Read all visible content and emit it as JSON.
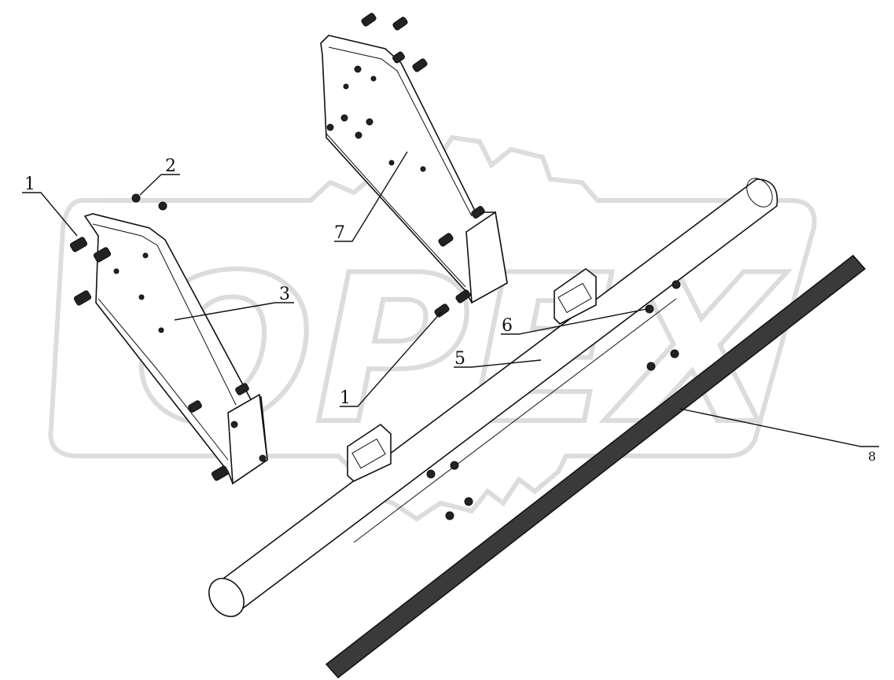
{
  "watermark": {
    "text": "OPEX",
    "color": "#dcdcdc"
  },
  "callouts": [
    {
      "id": "callout-1a",
      "text": "1"
    },
    {
      "id": "callout-2",
      "text": "2"
    },
    {
      "id": "callout-3",
      "text": "3"
    },
    {
      "id": "callout-7",
      "text": "7"
    },
    {
      "id": "callout-6",
      "text": "6"
    },
    {
      "id": "callout-5",
      "text": "5"
    },
    {
      "id": "callout-1b",
      "text": "1"
    },
    {
      "id": "callout-8",
      "text": "8"
    }
  ],
  "colors": {
    "stroke": "#111111",
    "bar": "#3a3a3a",
    "background": "#ffffff"
  }
}
